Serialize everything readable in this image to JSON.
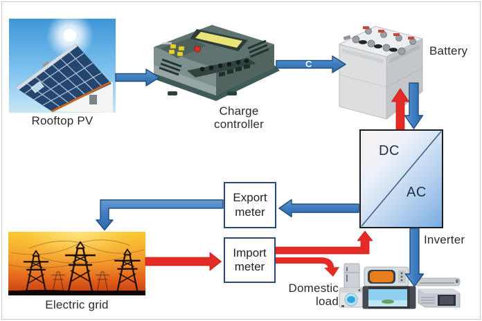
{
  "colors": {
    "arrow_blue": "#3e7cc1",
    "arrow_blue_border": "#1f4e79",
    "arrow_red": "#e42b25",
    "meter_box_border": "#27497a",
    "inverter_border": "#1b1b1b",
    "inverter_fill_top": "#f8f1f2",
    "inverter_fill_bottom": "#78ace1",
    "grid_sky_top": "#f9c21f",
    "grid_sky_bottom": "#c23b12",
    "text": "#2a2a2a"
  },
  "nodes": {
    "rooftop_pv": {
      "label": "Rooftop PV"
    },
    "charge_controller": {
      "label": "Charge controller"
    },
    "battery": {
      "label": "Battery"
    },
    "inverter": {
      "label": "Inverter",
      "dc": "DC",
      "ac": "AC"
    },
    "export_meter": {
      "label": "Export meter"
    },
    "import_meter": {
      "label": "Import meter"
    },
    "electric_grid": {
      "label": "Electric grid"
    },
    "domestic_load": {
      "label": "Domestic load"
    }
  },
  "marks": {
    "controller_battery_arrow": "C"
  }
}
